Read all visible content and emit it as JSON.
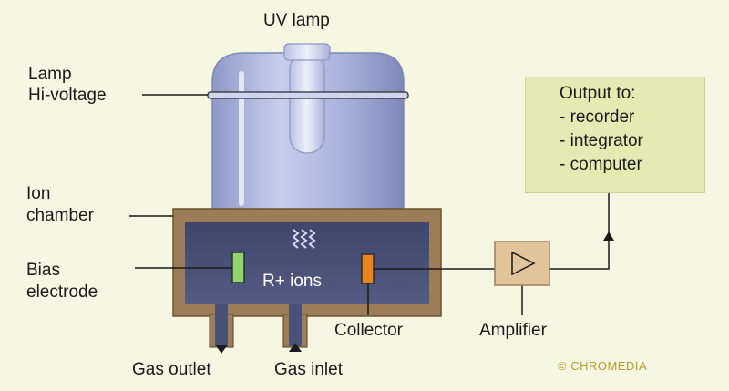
{
  "labels": {
    "uv_lamp": "UV lamp",
    "lamp_line1": "Lamp",
    "lamp_line2": "Hi-voltage",
    "ion_line1": "Ion",
    "ion_line2": "chamber",
    "bias_line1": "Bias",
    "bias_line2": "electrode",
    "ions": "R+ ions",
    "collector": "Collector",
    "amplifier": "Amplifier",
    "gas_outlet": "Gas outlet",
    "gas_inlet": "Gas inlet"
  },
  "output": {
    "title": "Output to:",
    "items": [
      "- recorder",
      "- integrator",
      "- computer"
    ]
  },
  "credit": "© CHROMEDIA",
  "colors": {
    "background": "#f6f7e3",
    "chamber_frame": "#9c7d57",
    "chamber_inner": "#4a5177",
    "lamp_glass": "#aab4dc",
    "bias_electrode": "#8fd66f",
    "collector": "#e9841e",
    "amplifier_box": "#e2c49a",
    "output_box": "#e3ebb2"
  }
}
